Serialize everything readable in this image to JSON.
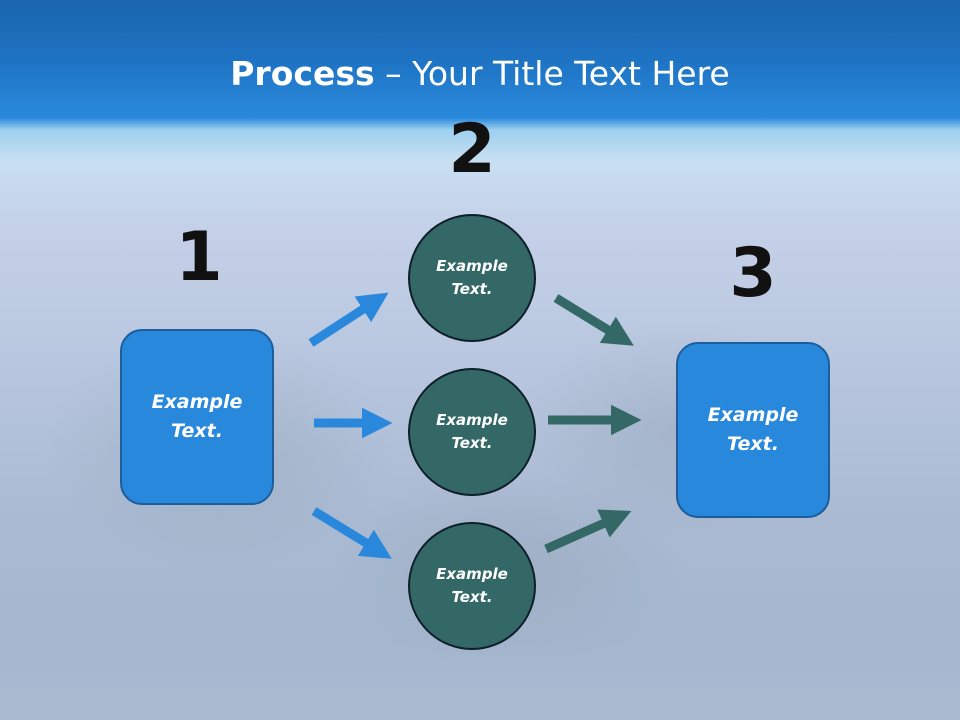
{
  "title": {
    "bold": "Process",
    "rest": " – Your Title Text Here"
  },
  "steps": {
    "one": {
      "number": "1",
      "label": "Example Text."
    },
    "two": {
      "number": "2",
      "circles": [
        {
          "label": "Example Text."
        },
        {
          "label": "Example Text."
        },
        {
          "label": "Example Text."
        }
      ]
    },
    "three": {
      "number": "3",
      "label": "Example Text."
    }
  },
  "colors": {
    "box_fill": "#2888dc",
    "circle_fill": "#336866",
    "arrow_blue": "#2a88dc",
    "arrow_teal": "#336866",
    "title_bar": "#1e73c3"
  }
}
